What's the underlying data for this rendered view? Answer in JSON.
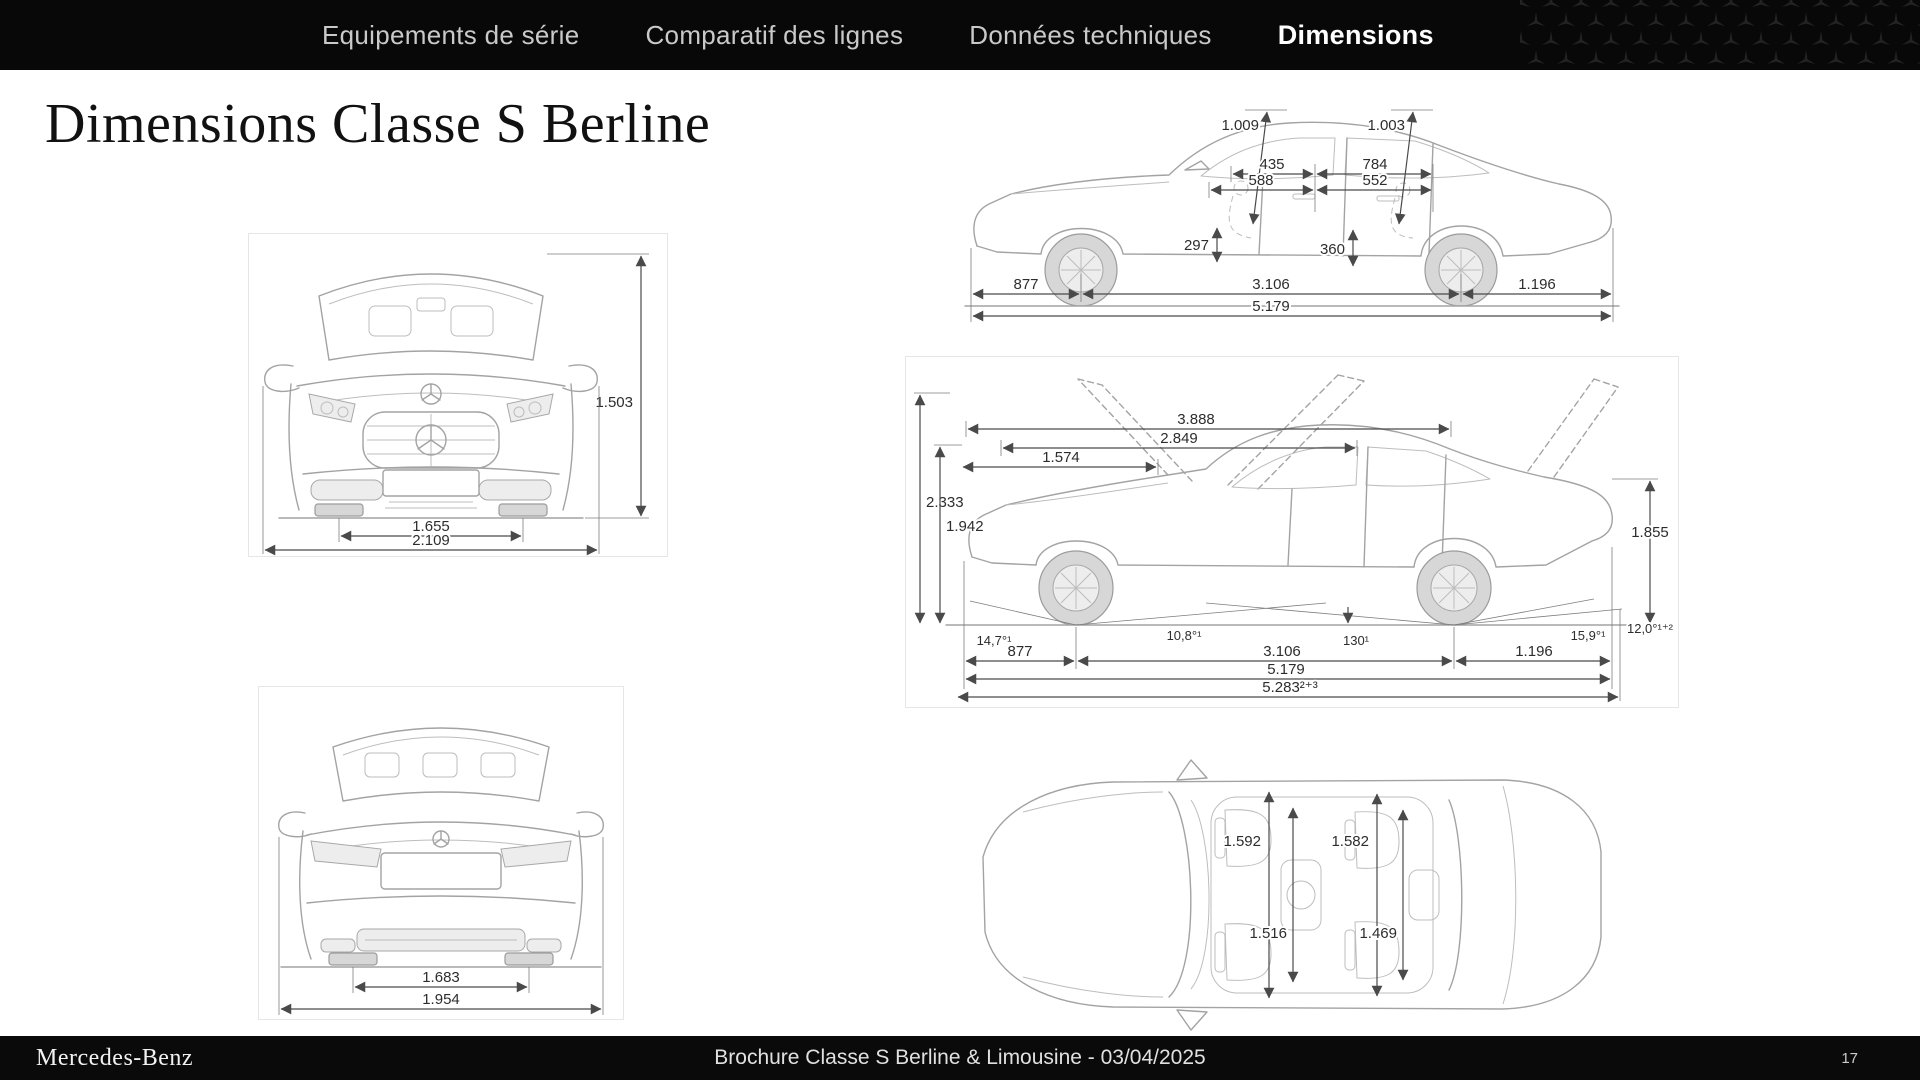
{
  "nav": {
    "items": [
      {
        "id": "equipements",
        "label": "Equipements de série",
        "active": false
      },
      {
        "id": "comparatif",
        "label": "Comparatif des lignes",
        "active": false
      },
      {
        "id": "donnees",
        "label": "Données techniques",
        "active": false
      },
      {
        "id": "dimensions",
        "label": "Dimensions",
        "active": true
      }
    ]
  },
  "page": {
    "title": "Dimensions Classe S Berline"
  },
  "views": {
    "front": {
      "overall_height": "1.503",
      "track_width": "1.655",
      "overall_width_mirrors": "2.109"
    },
    "side": {
      "front_headroom": "1.009",
      "rear_headroom": "1.003",
      "front_inner_a": "435",
      "rear_inner_a": "784",
      "front_inner_b": "588",
      "rear_inner_b": "552",
      "front_seat_height": "297",
      "rear_seat_height": "360",
      "front_overhang": "877",
      "wheelbase": "3.106",
      "rear_overhang": "1.196",
      "overall_length": "5.179"
    },
    "side_open": {
      "dim_a": "3.888",
      "dim_b": "2.849",
      "dim_c": "1.574",
      "height_open_rear": "2.333",
      "height_open_front": "1.942",
      "height_open_trunk": "1.855",
      "approach_angle": "14,7°¹",
      "breakover_angle": "10,8°¹",
      "ground_clearance": "130¹",
      "departure_angle": "15,9°¹",
      "departure_angle_alt": "12,0°¹⁺²",
      "front_overhang": "877",
      "wheelbase": "3.106",
      "rear_overhang": "1.196",
      "overall_length": "5.179",
      "overall_length_open": "5.283²⁺³"
    },
    "rear": {
      "track_width": "1.683",
      "overall_width": "1.954"
    },
    "top": {
      "front_upper_width": "1.592",
      "rear_upper_width": "1.582",
      "front_lower_width": "1.516",
      "rear_lower_width": "1.469"
    }
  },
  "footer": {
    "brand": "Mercedes-Benz",
    "document_title": "Brochure Classe S Berline & Limousine - 03/04/2025",
    "page_number": "17"
  },
  "colors": {
    "nav_bg": "#080808",
    "active_tab": "#ffffff",
    "inactive_tab": "#c9c9c9",
    "drawing_line": "#a3a3a3",
    "dimension_line": "#4a4a4a"
  }
}
